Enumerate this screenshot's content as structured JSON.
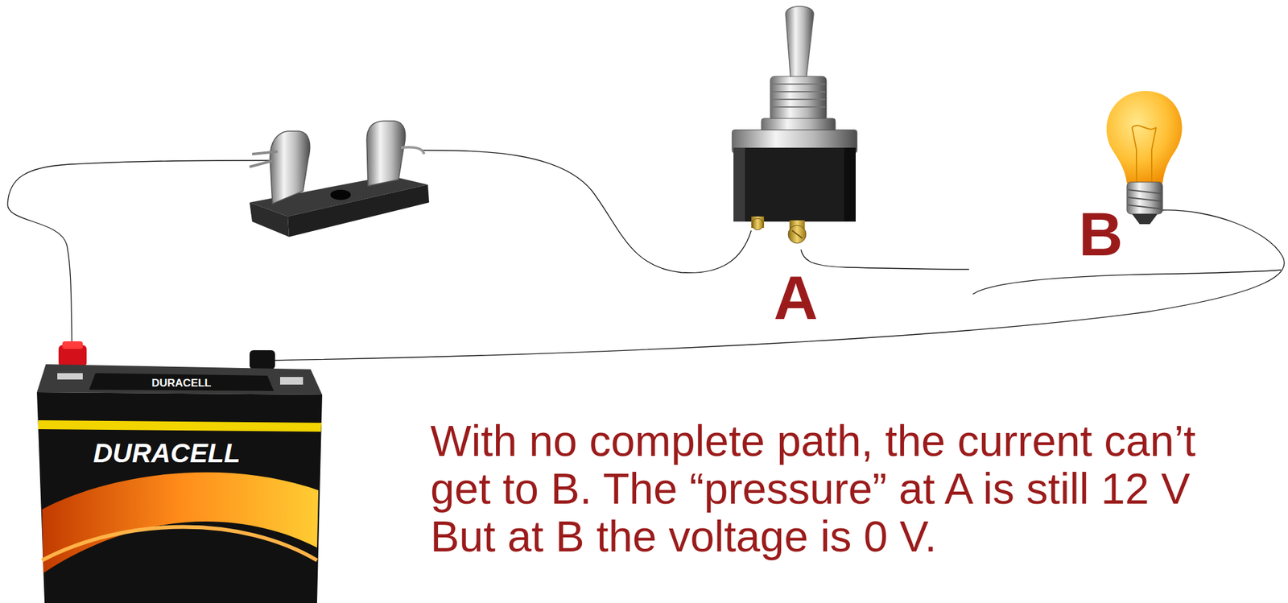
{
  "diagram": {
    "caption": "With no complete path, the current can’t get to B. The “pressure” at A is still 12 V But at B the voltage is 0 V.",
    "labels": [
      "A",
      "B",
      "DURACELL",
      "DURACELL"
    ]
  }
}
